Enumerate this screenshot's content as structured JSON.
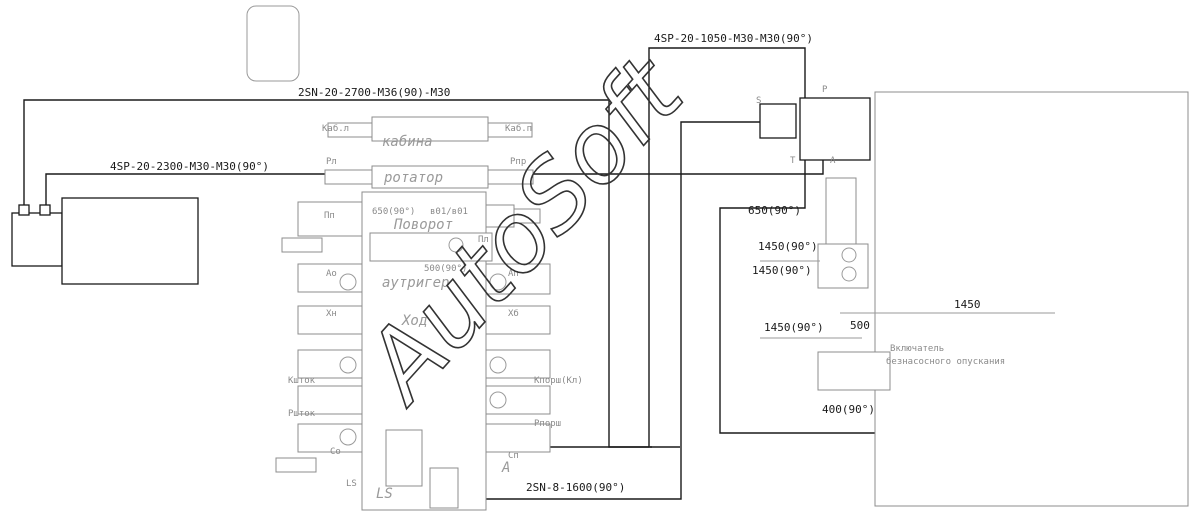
{
  "hoses": {
    "h1": "2SN-20-2700-M36(90)-M30",
    "h2": "4SP-20-2300-M30-M30(90°)",
    "h3": "4SP-20-1050-M30-M30(90°)",
    "h4": "2SN-8-1600(90°)",
    "h5": "650(90°)"
  },
  "distributor": {
    "cabin": "кабина",
    "cab_left": "Каб.л",
    "cab_right": "Каб.п",
    "rotator": "ротатор",
    "rot_left": "Рл",
    "rot_right": "Рпр",
    "turn_fit": "650(90°)",
    "turn_code": "в01/в01",
    "turn": "Поворот",
    "turn_pp": "Пп",
    "turn_pl": "Пл",
    "outrig_fit": "500(90°)",
    "outrigger": "аутригер",
    "ao": "Ао",
    "ap": "Ап",
    "travel": "Ход",
    "hn": "Хн",
    "hb": "Хб",
    "kshtok": "Кшток",
    "kporsh": "Кпорш(Кл)",
    "rshtok": "Ршток",
    "rporsh": "Рпорш",
    "so": "Со",
    "sp": "Сп",
    "ls": "LS",
    "a": "A"
  },
  "right": {
    "f1": "1450(90°)",
    "f2": "1450(90°)",
    "f3": "1450",
    "f4": "1450(90°)",
    "f5": "500",
    "f6": "400(90°)",
    "switch_l1": "Включатель",
    "switch_l2": "безнасосного опускания",
    "port_p": "P",
    "port_s": "S",
    "port_t": "T",
    "port_a": "A"
  },
  "watermark": "AutoSoft"
}
